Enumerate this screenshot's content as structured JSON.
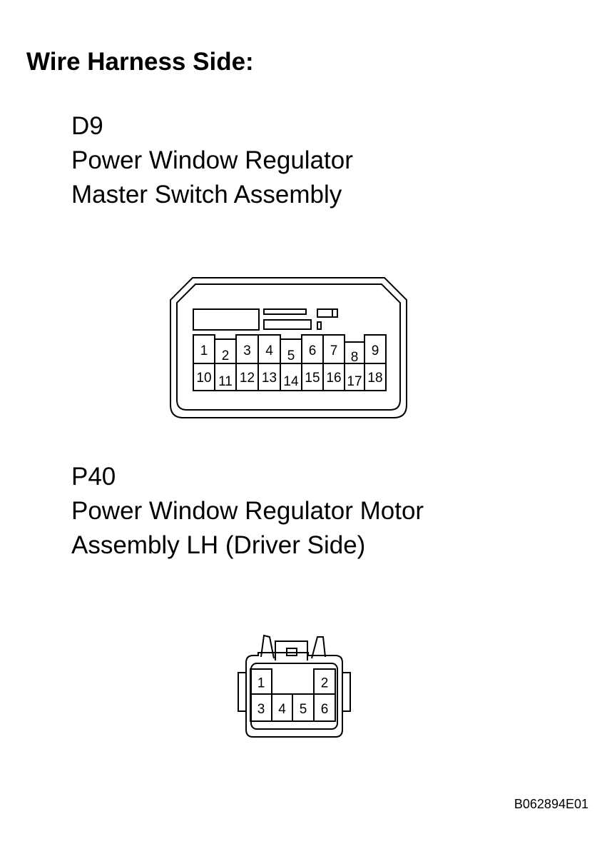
{
  "heading": "Wire Harness Side:",
  "d9": {
    "code": "D9",
    "name_line1": "Power Window Regulator",
    "name_line2": "Master Switch Assembly",
    "pins_top": [
      "1",
      "2",
      "3",
      "4",
      "5",
      "6",
      "7",
      "8",
      "9"
    ],
    "pins_bottom": [
      "10",
      "11",
      "12",
      "13",
      "14",
      "15",
      "16",
      "17",
      "18"
    ]
  },
  "p40": {
    "code": "P40",
    "name_line1": "Power Window Regulator Motor",
    "name_line2": "Assembly LH (Driver Side)",
    "pins": [
      "1",
      "2",
      "3",
      "4",
      "5",
      "6"
    ]
  },
  "figure_code": "B062894E01"
}
